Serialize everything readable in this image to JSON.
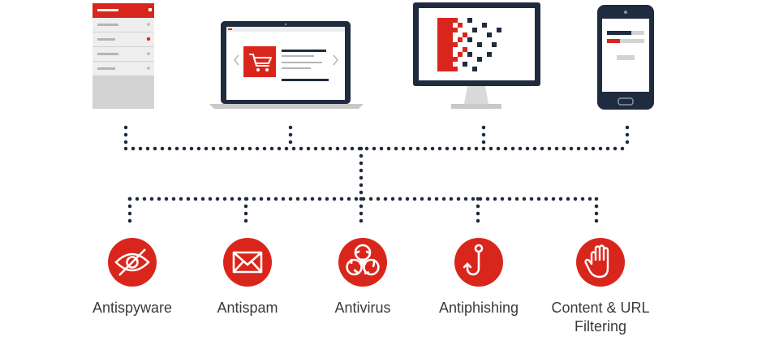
{
  "colors": {
    "accent": "#d9261c",
    "dark": "#1f2b3e",
    "light": "#d3d3d3",
    "text": "#3a3a3a",
    "white": "#ffffff"
  },
  "devices": [
    {
      "name": "mobile-app-list",
      "icon": "list-window-icon"
    },
    {
      "name": "laptop",
      "icon": "shopping-cart-icon"
    },
    {
      "name": "desktop-monitor",
      "icon": "pixel-dissolve-icon"
    },
    {
      "name": "smartphone",
      "icon": "smartphone-icon"
    }
  ],
  "features": [
    {
      "label": "Antispyware",
      "icon": "eye-icon"
    },
    {
      "label": "Antispam",
      "icon": "envelope-icon"
    },
    {
      "label": "Antivirus",
      "icon": "biohazard-icon"
    },
    {
      "label": "Antiphishing",
      "icon": "fish-hook-icon"
    },
    {
      "label": "Content & URL Filtering",
      "icon": "stop-hand-icon"
    }
  ]
}
